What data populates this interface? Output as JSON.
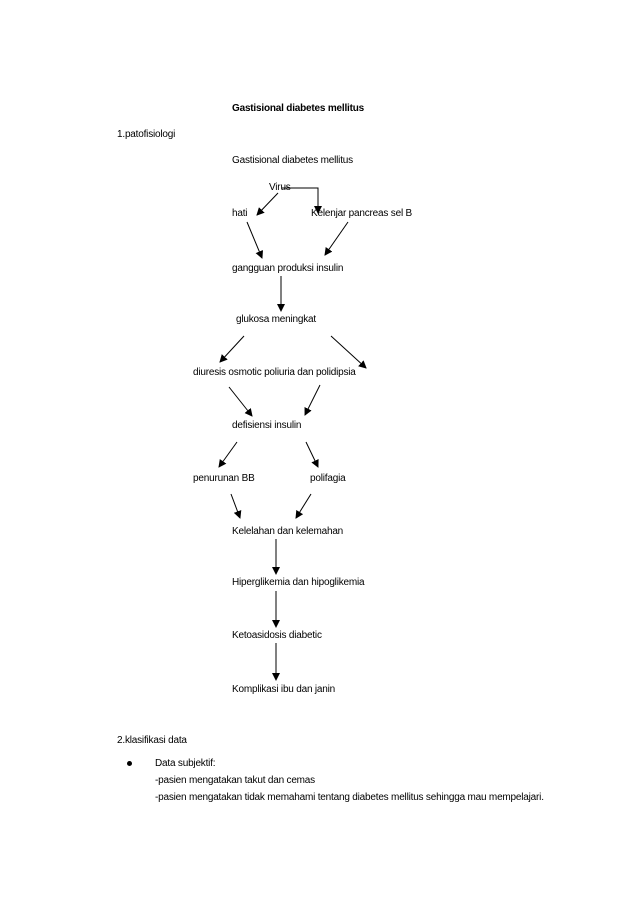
{
  "document": {
    "title": "Gastisional diabetes mellitus",
    "section1_heading": "1.patofisiologi",
    "flow": {
      "root": "Gastisional diabetes mellitus",
      "virus": "Virus",
      "hati": "hati",
      "kelenjar": "Kelenjar pancreas sel B",
      "gangguan": "gangguan  produksi insulin",
      "glukosa": "glukosa meningkat",
      "diuresis": "diuresis osmotic  poliuria dan polidipsia",
      "defisiensi": "defisiensi insulin",
      "penurunan": "penurunan BB",
      "polifagia": "polifagia",
      "kelelahan": "Kelelahan dan kelemahan",
      "hiperglikemia": "Hiperglikemia dan hipoglikemia",
      "ketoasidosis": "Ketoasidosis diabetic",
      "komplikasi": "Komplikasi ibu dan janin"
    },
    "section2_heading": "2.klasifikasi data",
    "data_subjektif": {
      "label": "Data subjektif:",
      "items": [
        "-pasien mengatakan takut dan cemas",
        "-pasien mengatakan tidak memahami tentang diabetes mellitus sehingga mau mempelajari."
      ]
    }
  }
}
